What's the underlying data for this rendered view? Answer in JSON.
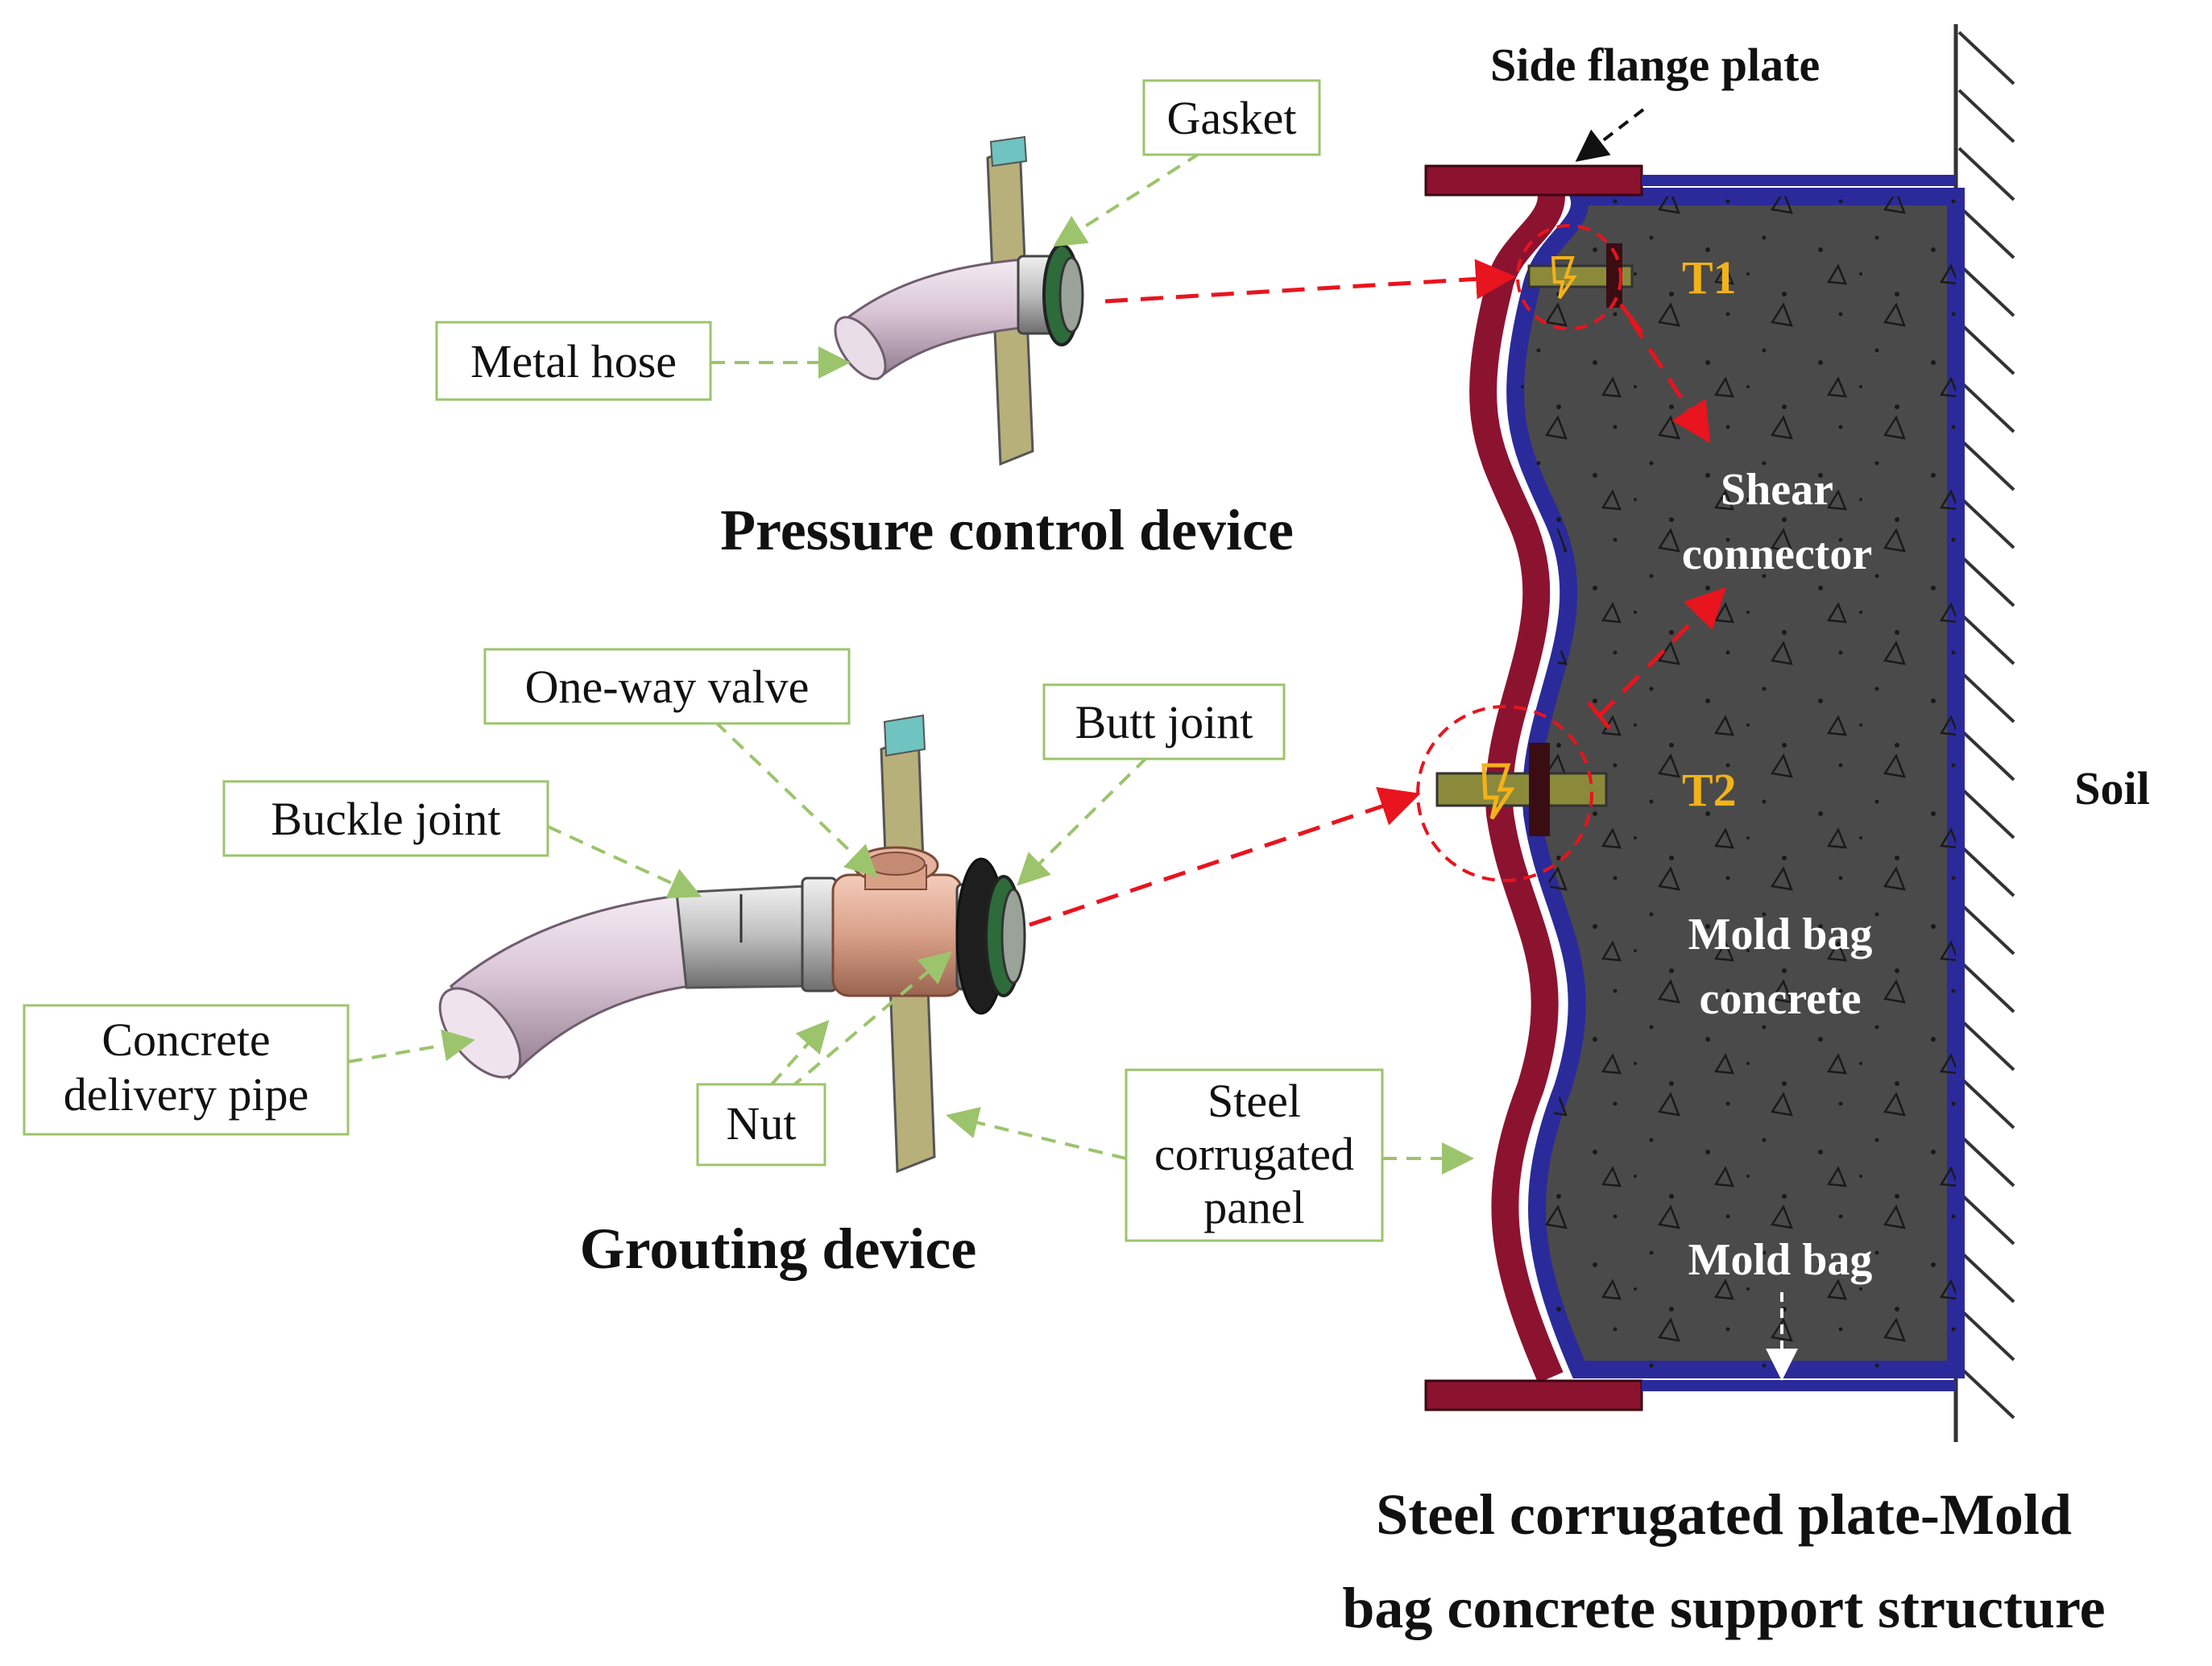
{
  "labels": {
    "side_flange_plate": "Side flange plate",
    "gasket": "Gasket",
    "metal_hose": "Metal hose",
    "t1": "T1",
    "t2": "T2",
    "shear_connector_line1": "Shear",
    "shear_connector_line2": "connector",
    "one_way_valve": "One-way valve",
    "butt_joint": "Butt joint",
    "buckle_joint": "Buckle joint",
    "concrete_delivery_pipe_line1": "Concrete",
    "concrete_delivery_pipe_line2": "delivery pipe",
    "nut": "Nut",
    "steel_corrugated_panel_line1": "Steel",
    "steel_corrugated_panel_line2": "corrugated",
    "steel_corrugated_panel_line3": "panel",
    "mold_bag_concrete_line1": "Mold bag",
    "mold_bag_concrete_line2": "concrete",
    "mold_bag": "Mold bag",
    "soil": "Soil"
  },
  "titles": {
    "pressure_control_device": "Pressure control device",
    "grouting_device": "Grouting device",
    "support_structure_line1": "Steel corrugated plate-Mold",
    "support_structure_line2": "bag concrete support structure"
  },
  "colors": {
    "flange_red": "#8c1330",
    "mold_bag_blue": "#2b2a9a",
    "concrete_gray": "#4a4a4a",
    "arrow_red": "#e8141e",
    "leader_green": "#9cc46c",
    "label_yellow": "#f2b21a",
    "hose_pink": "#d9c4d6",
    "valve_copper": "#d9a088",
    "plate_khaki": "#b8b07a"
  }
}
